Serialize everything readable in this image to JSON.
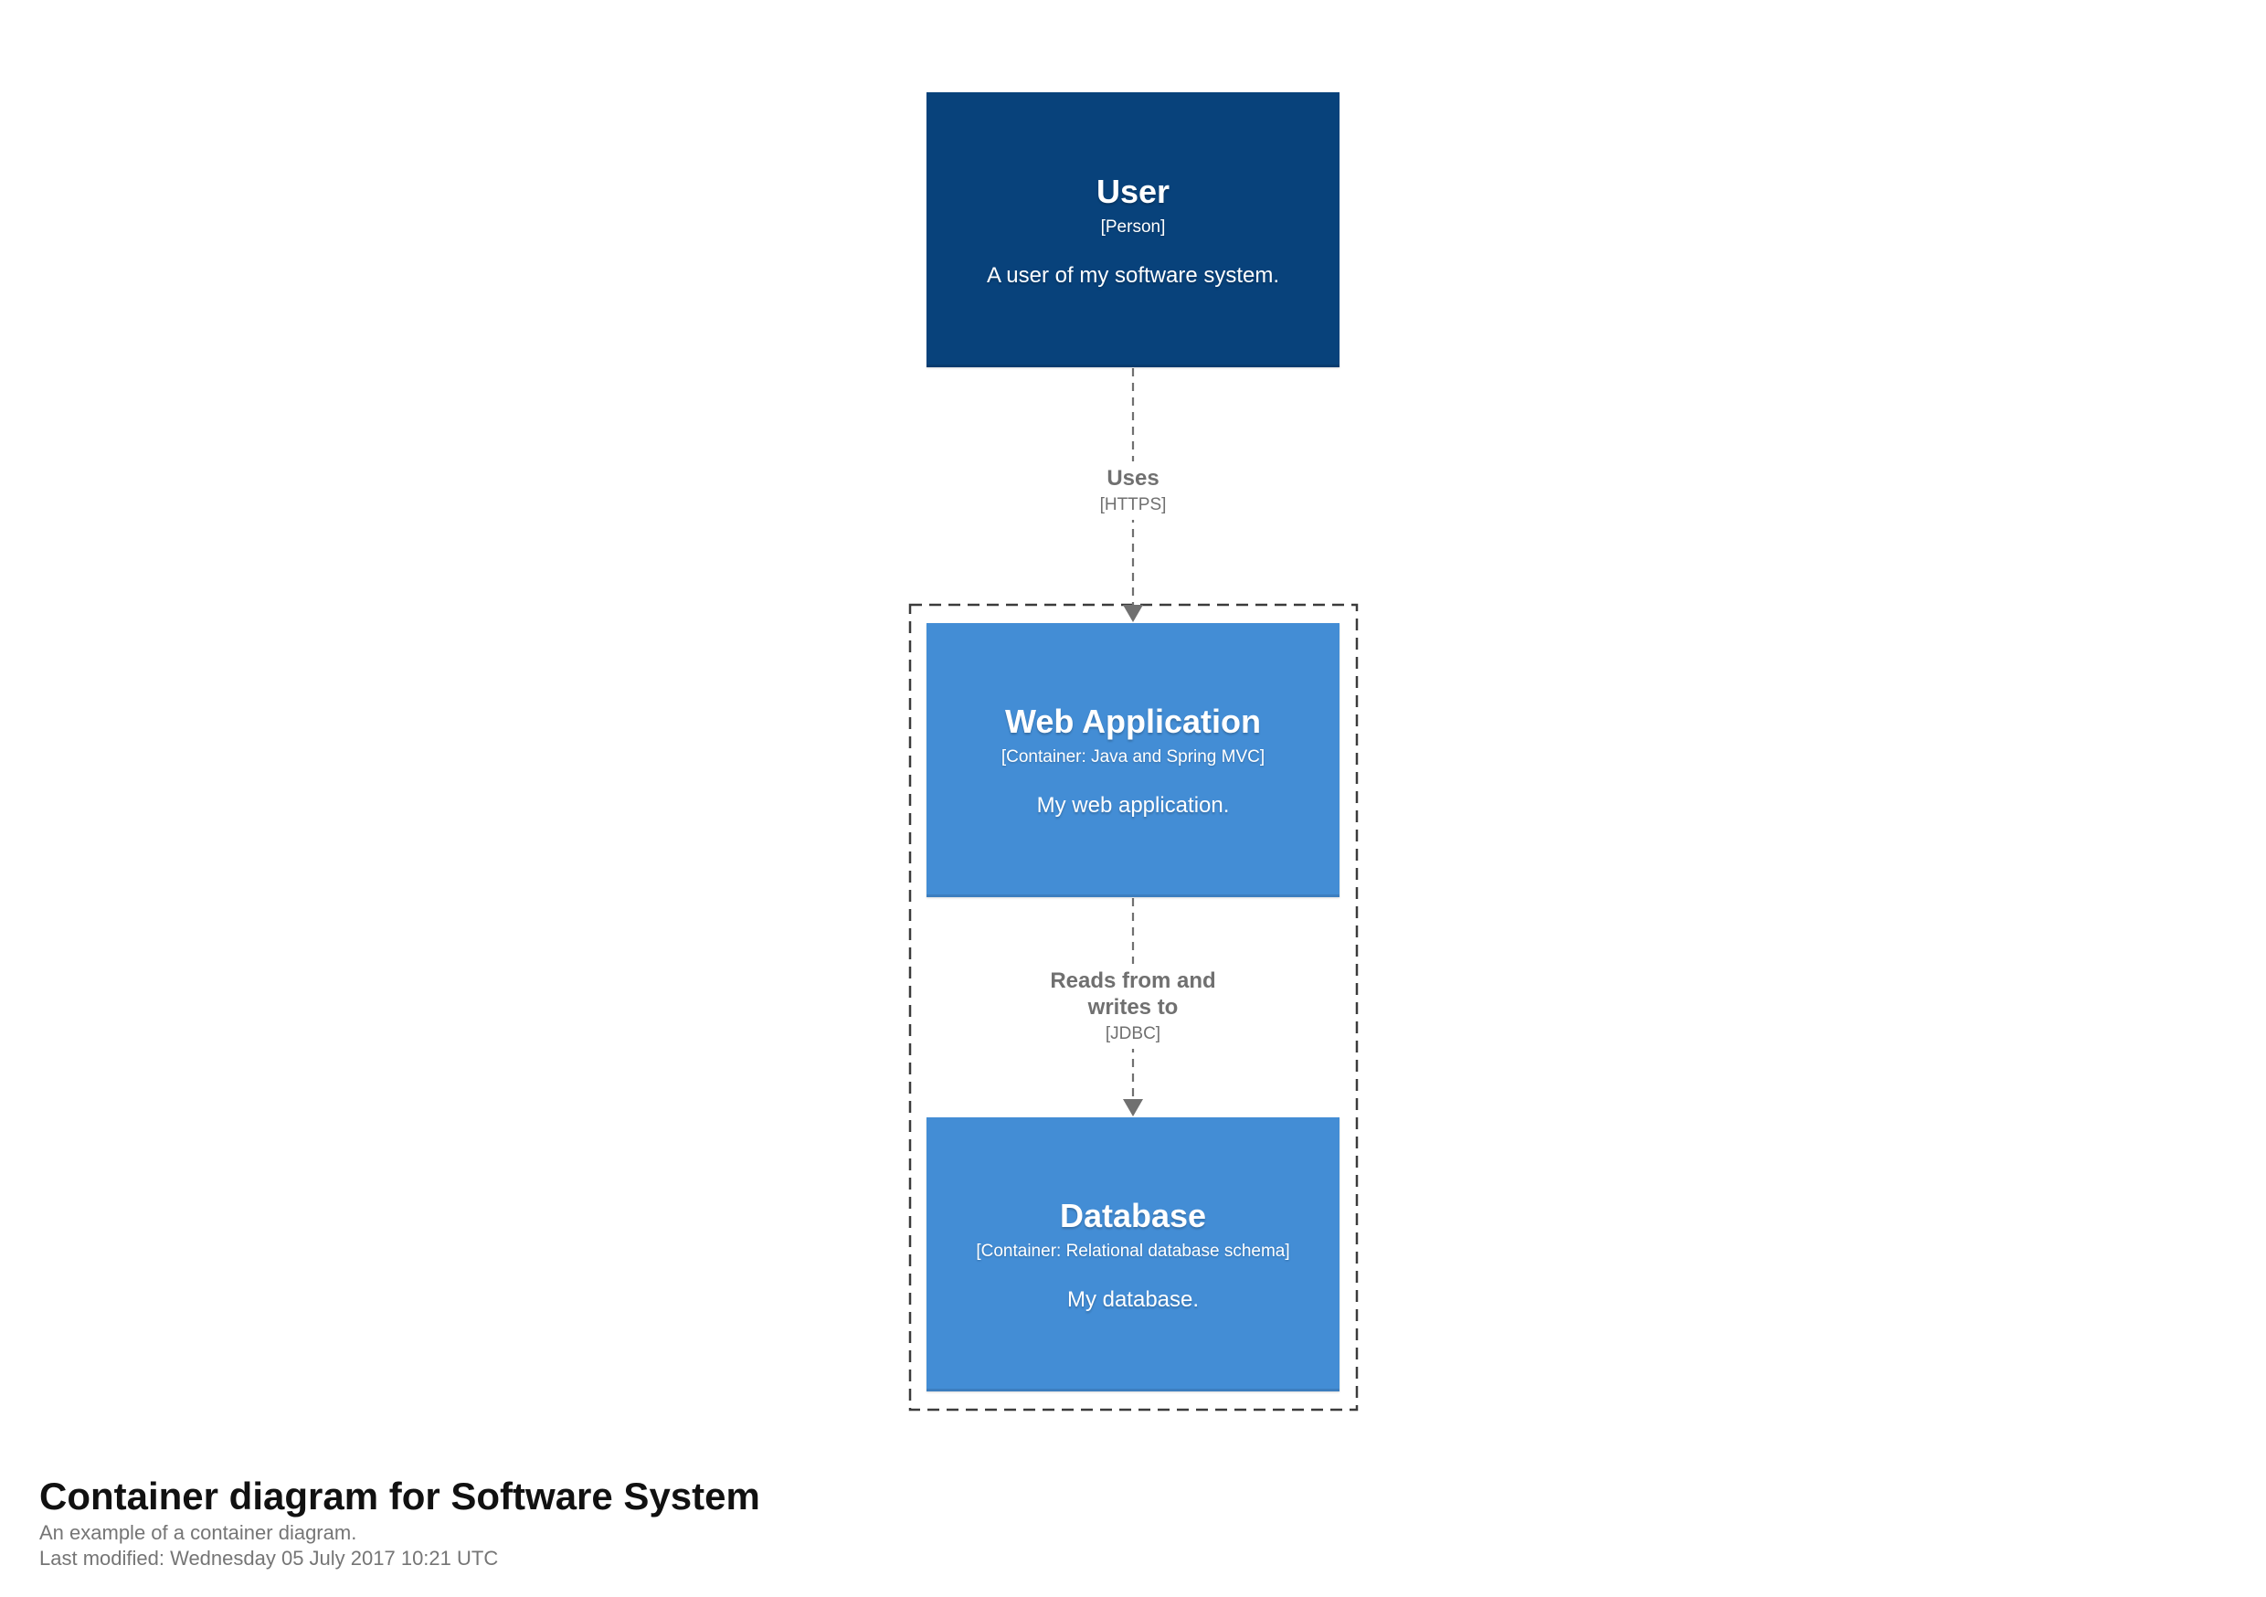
{
  "diagram": {
    "type": "c4-container-diagram",
    "elements": [
      {
        "name": "User",
        "meta": "[Person]",
        "description": "A user of my software system."
      },
      {
        "name": "Web Application",
        "meta": "[Container: Java and Spring MVC]",
        "description": "My web application."
      },
      {
        "name": "Database",
        "meta": "[Container: Relational database schema]",
        "description": "My database."
      }
    ],
    "relationships": [
      {
        "label": "Uses",
        "technology": "[HTTPS]"
      },
      {
        "label": "Reads from and writes to",
        "technology": "[JDBC]"
      }
    ]
  },
  "footer": {
    "title": "Container diagram for Software System",
    "subtitle": "An example of a container diagram.",
    "last_modified": "Last modified: Wednesday 05 July 2017 10:21 UTC"
  },
  "colors": {
    "person_fill": "#08427b",
    "container_fill": "#438dd5",
    "element_text": "#ffffff",
    "boundary_stroke": "#3b3b3b",
    "relationship_color": "#707070",
    "title_color": "#111111",
    "subtitle_color": "#757575",
    "background": "#ffffff"
  }
}
